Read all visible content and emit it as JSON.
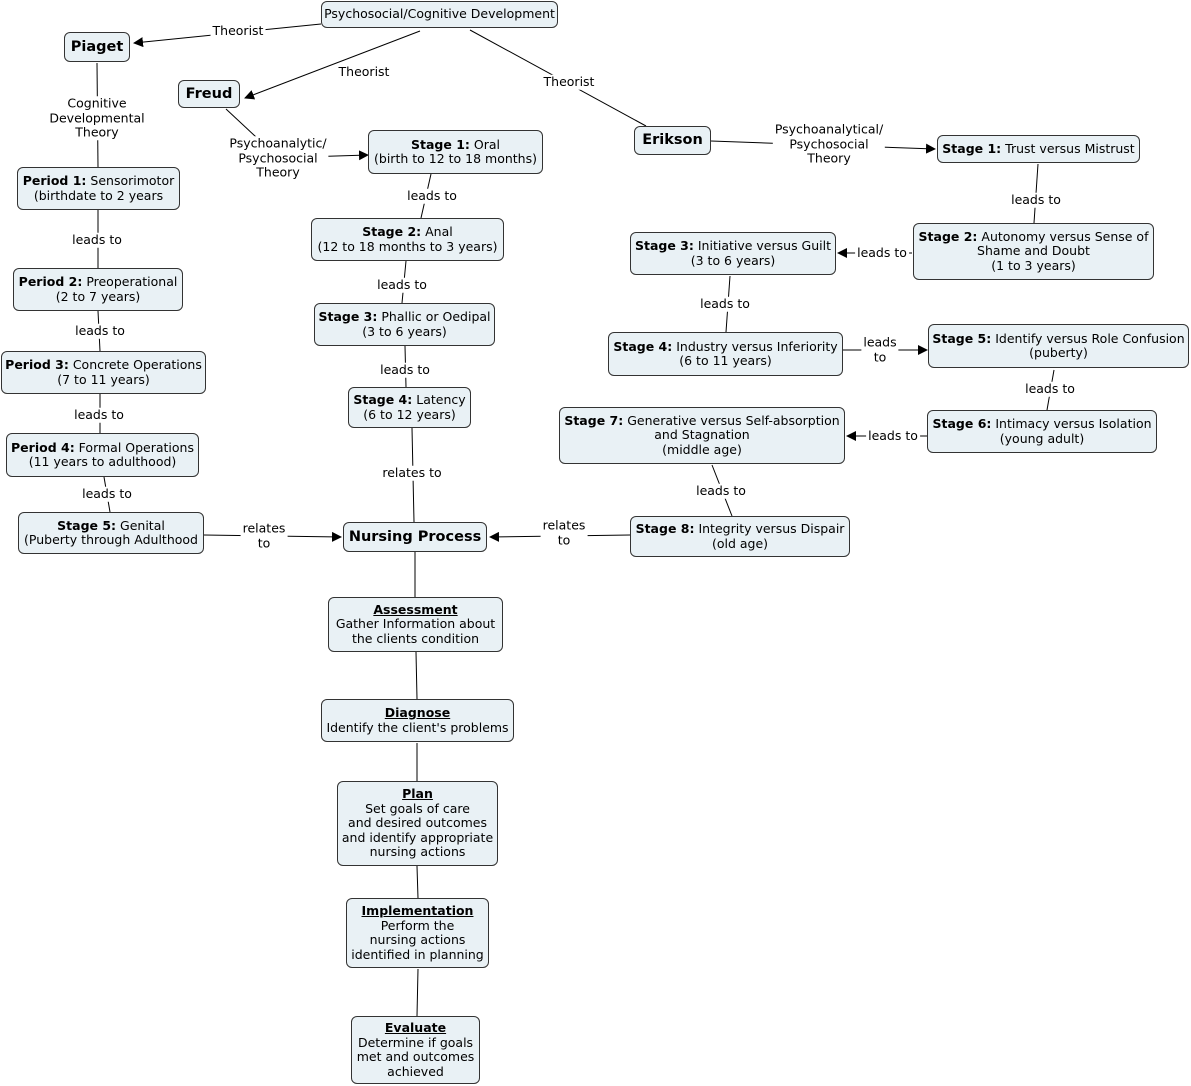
{
  "root": "Psychosocial/Cognitive Development",
  "theorists": {
    "piaget": "Piaget",
    "freud": "Freud",
    "erikson": "Erikson"
  },
  "edge_labels": {
    "theorist": "Theorist",
    "leads_to": "leads to",
    "relates_to": "relates to",
    "relates": "relates",
    "to": "to",
    "leads": "leads",
    "piaget_theory": [
      "Cognitive",
      "Developmental",
      "Theory"
    ],
    "freud_theory": [
      "Psychoanalytic/",
      "Psychosocial",
      "Theory"
    ],
    "erikson_theory": [
      "Psychoanalytical/",
      "Psychosocial",
      "Theory"
    ]
  },
  "piaget_periods": [
    {
      "head": "Period 1:",
      "rest": "Sensorimotor",
      "sub": "(birthdate to 2 years"
    },
    {
      "head": "Period 2:",
      "rest": "Preoperational",
      "sub": "(2 to 7 years)"
    },
    {
      "head": "Period 3:",
      "rest": "Concrete Operations",
      "sub": "(7 to 11 years)"
    },
    {
      "head": "Period 4:",
      "rest": "Formal Operations",
      "sub": "(11 years to adulthood)"
    },
    {
      "head": "Stage 5:",
      "rest": "Genital",
      "sub": "(Puberty through Adulthood"
    }
  ],
  "freud_stages": [
    {
      "head": "Stage 1:",
      "rest": "Oral",
      "sub": "(birth to 12 to 18 months)"
    },
    {
      "head": "Stage 2:",
      "rest": "Anal",
      "sub": "(12 to 18 months to 3 years)"
    },
    {
      "head": "Stage 3:",
      "rest": "Phallic or Oedipal",
      "sub": "(3 to 6 years)"
    },
    {
      "head": "Stage 4:",
      "rest": "Latency",
      "sub": "(6 to 12 years)"
    }
  ],
  "erikson_stages": [
    {
      "head": "Stage 1:",
      "lines": [
        "Trust versus Mistrust"
      ]
    },
    {
      "head": "Stage 2:",
      "lines": [
        "Autonomy versus Sense of",
        "Shame and Doubt",
        "(1 to 3 years)"
      ]
    },
    {
      "head": "Stage 3:",
      "lines": [
        "Initiative versus Guilt",
        "(3 to 6 years)"
      ]
    },
    {
      "head": "Stage 4:",
      "lines": [
        "Industry versus Inferiority",
        "(6 to 11 years)"
      ]
    },
    {
      "head": "Stage 5:",
      "lines": [
        "Identify versus Role Confusion",
        "(puberty)"
      ]
    },
    {
      "head": "Stage 6:",
      "lines": [
        "Intimacy versus Isolation",
        "(young adult)"
      ]
    },
    {
      "head": "Stage 7:",
      "lines": [
        "Generative versus Self-absorption",
        "and Stagnation",
        "(middle age)"
      ]
    },
    {
      "head": "Stage 8:",
      "lines": [
        "Integrity versus Dispair",
        "(old age)"
      ]
    }
  ],
  "nursing_process": {
    "title": "Nursing Process",
    "steps": [
      {
        "head": "Assessment",
        "lines": [
          "Gather Information about",
          "the clients condition"
        ]
      },
      {
        "head": "Diagnose",
        "lines": [
          "Identify the client's problems"
        ]
      },
      {
        "head": "Plan",
        "lines": [
          "Set goals of care",
          "and desired outcomes",
          "and identify appropriate",
          "nursing actions"
        ]
      },
      {
        "head": "Implementation",
        "lines": [
          "Perform the",
          "nursing actions",
          "identified in planning"
        ]
      },
      {
        "head": "Evaluate",
        "lines": [
          "Determine if goals",
          "met and outcomes",
          "achieved"
        ]
      }
    ]
  }
}
